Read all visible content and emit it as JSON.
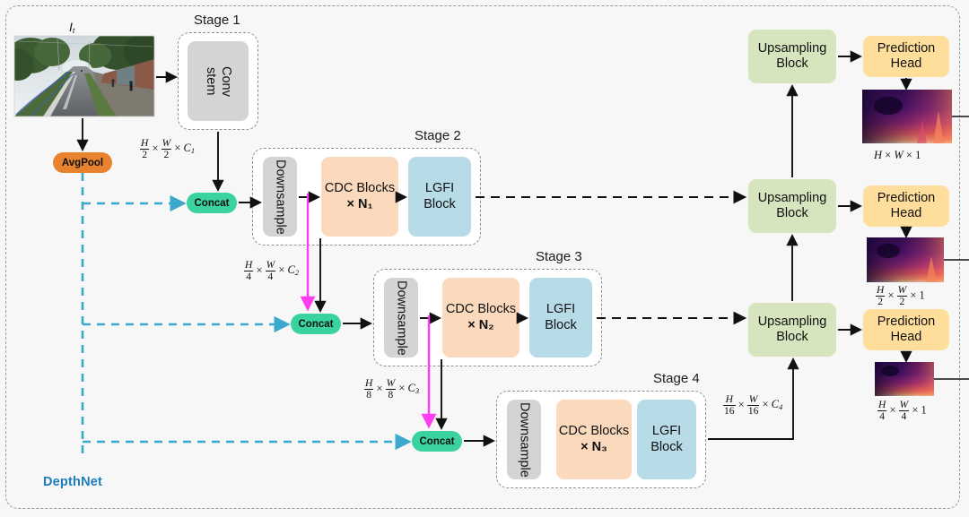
{
  "diagram": {
    "network_label": "DepthNet",
    "input_label": "I_t",
    "stages": [
      {
        "title": "Stage 1"
      },
      {
        "title": "Stage 2"
      },
      {
        "title": "Stage 3"
      },
      {
        "title": "Stage 4"
      }
    ],
    "blocks": {
      "conv_stem": "Conv stem",
      "conv_stem_line1": "Conv",
      "conv_stem_line2": "stem",
      "downsample": "Downsample",
      "cdc_blocks": "CDC Blocks",
      "cdc_mult_1": "× N₁",
      "cdc_mult_2": "× N₂",
      "cdc_mult_3": "× N₃",
      "lgfi_block": "LGFI Block",
      "upsampling_block": "Upsampling Block",
      "prediction_head": "Prediction Head",
      "avgpool": "AvgPool",
      "concat": "Concat"
    },
    "dimension_labels": [
      {
        "id": "c1",
        "num1": "H",
        "den1": "2",
        "num2": "W",
        "den2": "2",
        "channel": "C",
        "channel_sub": "1"
      },
      {
        "id": "c2",
        "num1": "H",
        "den1": "4",
        "num2": "W",
        "den2": "4",
        "channel": "C",
        "channel_sub": "2"
      },
      {
        "id": "c3",
        "num1": "H",
        "den1": "8",
        "num2": "W",
        "den2": "8",
        "channel": "C",
        "channel_sub": "3"
      },
      {
        "id": "c4",
        "num1": "H",
        "den1": "16",
        "num2": "W",
        "den2": "16",
        "channel": "C",
        "channel_sub": "4"
      }
    ],
    "output_labels": [
      {
        "id": "full",
        "text": "H × W × 1"
      },
      {
        "id": "half",
        "num1": "H",
        "den1": "2",
        "num2": "W",
        "den2": "2",
        "tail": "× 1"
      },
      {
        "id": "quarter",
        "num1": "H",
        "den1": "4",
        "num2": "W",
        "den2": "4",
        "tail": "× 1"
      }
    ],
    "colors": {
      "downsample": "#d4d4d4",
      "cdc": "#fbd9bd",
      "lgfi": "#b8dbe8",
      "upsampling": "#d7e5bf",
      "prediction": "#ffde9b",
      "avgpool": "#e8822e",
      "concat": "#3ad29f",
      "skip_cyan": "#3ba8cc",
      "skip_magenta": "#ff3df0",
      "net_label": "#1a7cbd",
      "background": "#f7f7f7"
    }
  }
}
